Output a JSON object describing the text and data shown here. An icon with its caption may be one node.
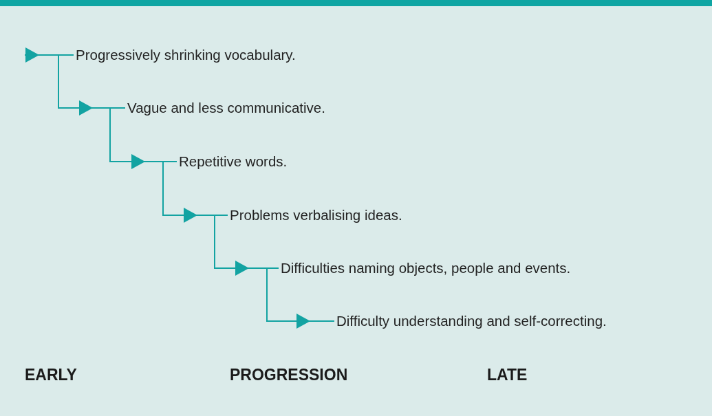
{
  "diagram": {
    "nodes": [
      {
        "text": [
          "Progressively shrinking vocabulary."
        ]
      },
      {
        "text": [
          "Vague and less communicative."
        ]
      },
      {
        "text": [
          "Repetitive words."
        ]
      },
      {
        "text": [
          "Problems verbalising ideas."
        ]
      },
      {
        "text": [
          "Difficulties naming objects, people and events."
        ]
      },
      {
        "text": [
          "Difficulty understanding and self-correcting."
        ]
      }
    ],
    "edges": [
      {
        "from": null,
        "to": 0,
        "arrow": "to"
      },
      {
        "from": 0,
        "to": 1,
        "arrow": "to"
      },
      {
        "from": 1,
        "to": 2,
        "arrow": "to"
      },
      {
        "from": 2,
        "to": 3,
        "arrow": "to"
      },
      {
        "from": 3,
        "to": 4,
        "arrow": "to"
      },
      {
        "from": 4,
        "to": 5,
        "arrow": "to"
      }
    ],
    "labels": [
      "EARLY",
      "PROGRESSION",
      "LATE"
    ]
  }
}
